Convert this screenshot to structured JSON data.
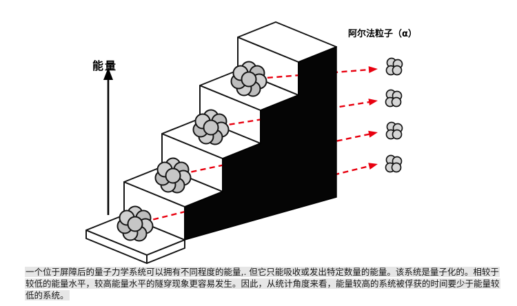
{
  "diagram": {
    "energy_axis_label": "能量",
    "alpha_label": "阿尔法粒子（α）",
    "num_energy_levels": 4,
    "num_steps": 5,
    "arrow_color": "#e8000f",
    "barrier_color": "#050505",
    "nucleus_stroke": "#141414",
    "nucleus_fill": "#c6c6c6",
    "step_fill": "#ffffff",
    "step_stroke": "#141414"
  },
  "caption": {
    "line1": "一个位于屏障后的量子力学系统可以拥有不同程度的能量,. 但它只能吸收或发出特定数量的能量。该系统是量子化的。相较于",
    "line2": "较低的能量水平，较高能量水平的隧穿现象更容易发生。因此，从统计角度来看，能量较高的系统被俘获的时间要少于能量较",
    "line3": "低的系统。"
  }
}
